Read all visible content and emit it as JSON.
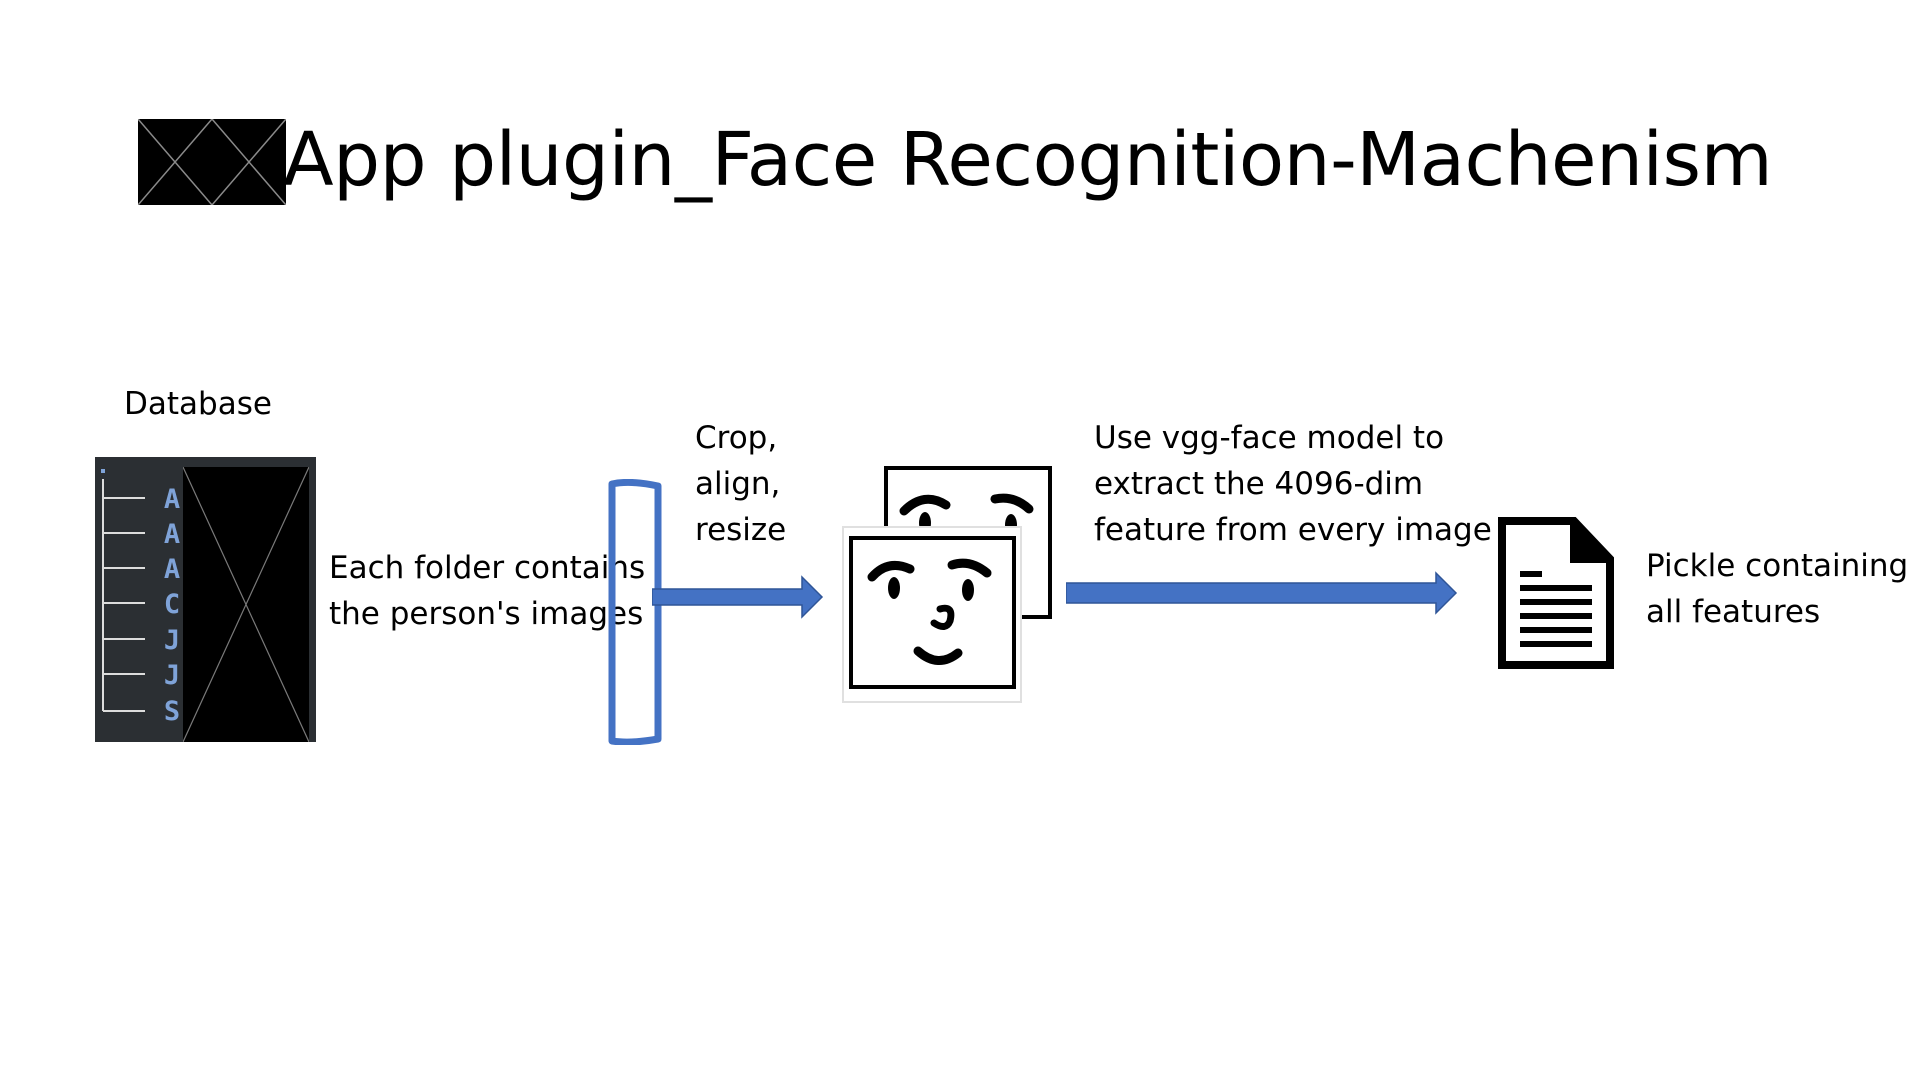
{
  "title": "App plugin_Face Recognition-Machenism",
  "database": {
    "label": "Database",
    "folders": [
      "A",
      "A",
      "A",
      "C",
      "J",
      "J",
      "S"
    ]
  },
  "folder_note": {
    "line1": "Each folder contains",
    "line2": "the person's images"
  },
  "crop_note": {
    "line1": "Crop,",
    "line2": "align,",
    "line3": "resize"
  },
  "vgg_note": {
    "line1": "Use vgg-face model to",
    "line2": "extract the 4096-dim",
    "line3": "feature from every image"
  },
  "pickle_note": {
    "line1": "Pickle containing",
    "line2": "all features"
  },
  "colors": {
    "arrow": "#4472c4",
    "arrow_border": "#2f5597",
    "panel": "#2b2f33",
    "folder_letter": "#7fa3d8"
  },
  "icons": [
    "image-placeholder-icon",
    "face-icon",
    "document-icon"
  ]
}
